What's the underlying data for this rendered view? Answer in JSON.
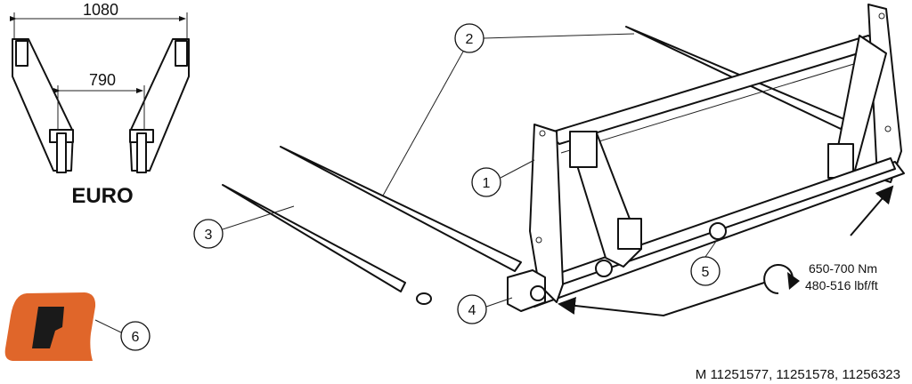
{
  "dimensions": {
    "outer_width": "1080",
    "inner_width": "790",
    "standard_label": "EURO"
  },
  "callouts": [
    "1",
    "2",
    "3",
    "4",
    "5",
    "6"
  ],
  "torque": {
    "metric": "650-700 Nm",
    "imperial": "480-516 lbf/ft"
  },
  "model_numbers": "M 11251577, 11251578, 11256323",
  "logo": {
    "color": "#e0662a",
    "mark_color": "#1a1a1a"
  }
}
